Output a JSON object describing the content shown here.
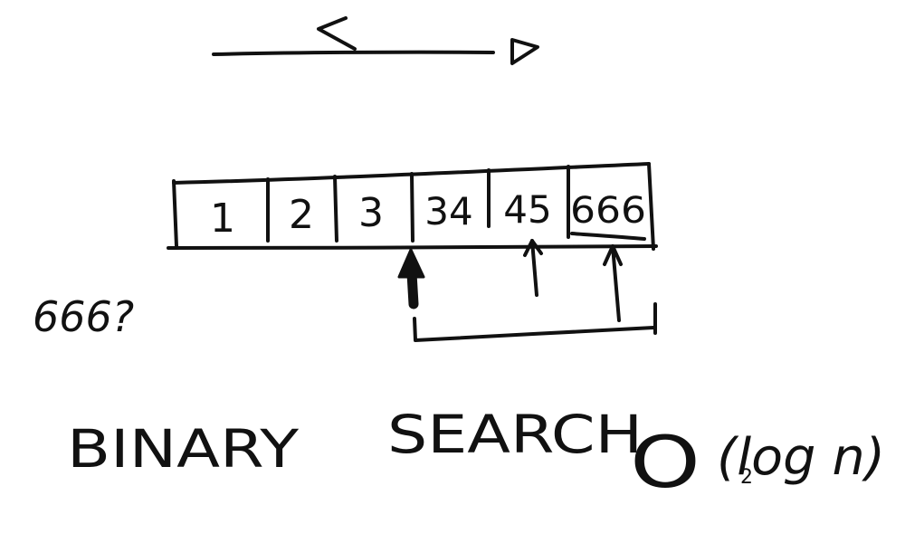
{
  "diagram": {
    "array_values": [
      "1",
      "2",
      "3",
      "34",
      "45",
      "666"
    ],
    "query": "666?",
    "title_left": "BINARY",
    "title_right": "SEARCH",
    "complexity": {
      "big_o": "O",
      "expr": "(log n)",
      "base": "2"
    },
    "ink_color": "#111111",
    "background_color": "#ffffff",
    "icons": [
      "comparison-less-than-icon",
      "comparison-greater-than-icon",
      "pointer-arrow-icon",
      "range-bracket-icon"
    ]
  }
}
